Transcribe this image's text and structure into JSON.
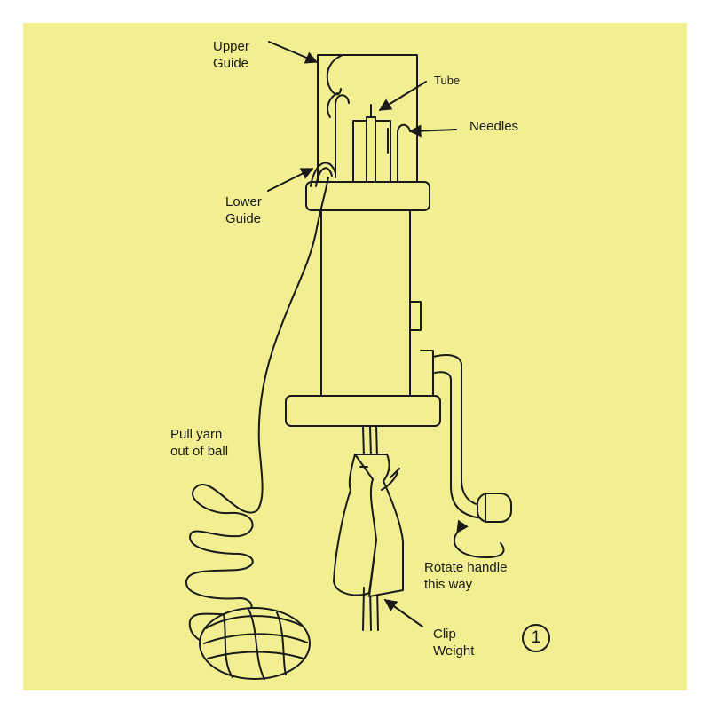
{
  "labels": {
    "upper_guide": [
      "Upper",
      "Guide"
    ],
    "tube": "Tube",
    "needles": "Needles",
    "lower_guide": [
      "Lower",
      "Guide"
    ],
    "pull_yarn": [
      "Pull yarn",
      "out of ball"
    ],
    "rotate_handle": [
      "Rotate handle",
      "this way"
    ],
    "clip_weight": [
      "Clip",
      "Weight"
    ]
  },
  "step_number": "1",
  "colors": {
    "background": "#f1ef91",
    "line": "#1a1a1a"
  }
}
